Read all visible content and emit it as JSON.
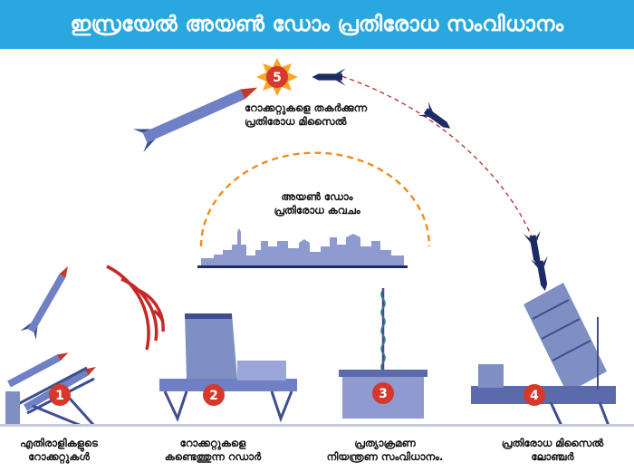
{
  "title": "ഇസ്രയേൽ അയൺ ഡോം പ്രതിരോധ സംവിധാനം",
  "colors": {
    "title_bg": "#29a8e0",
    "machinery": "#7f8fc4",
    "machinery_dark": "#3e4e8f",
    "badge": "#d6382b",
    "radar_waves": "#c62828",
    "dome_arc": "#f08c1e",
    "trajectory": "#b31b1b",
    "rocket_red": "#c0392b",
    "missile_navy": "#1d2b64"
  },
  "steps": [
    {
      "number": "1",
      "label_line1": "എതിരാളികളുടെ",
      "label_line2": "റോക്കറ്റുകൾ"
    },
    {
      "number": "2",
      "label_line1": "റോക്കറ്റുകളെ",
      "label_line2": "കണ്ടെത്തുന്ന റഡാർ"
    },
    {
      "number": "3",
      "label_line1": "പ്രത്യാക്രമണ",
      "label_line2": "നിയന്ത്രണ സംവിധാനം."
    },
    {
      "number": "4",
      "label_line1": "പ്രതിരോധ മിസൈൽ",
      "label_line2": "ലോഞ്ചർ"
    },
    {
      "number": "5",
      "label_line1": "റോക്കറ്റുകളെ തകർക്കുന്ന",
      "label_line2": "പ്രതിരോധ മിസൈൽ"
    }
  ],
  "dome": {
    "label_line1": "അയൺ ഡോം",
    "label_line2": "പ്രതിരോധ കവചം"
  }
}
